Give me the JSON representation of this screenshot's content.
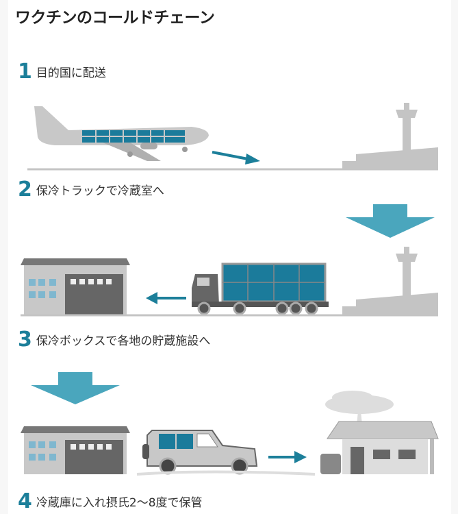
{
  "title": "ワクチンのコールドチェーン",
  "steps": [
    {
      "number": "1",
      "label": "目的国に配送"
    },
    {
      "number": "2",
      "label": "保冷トラックで冷蔵室へ"
    },
    {
      "number": "3",
      "label": "保冷ボックスで各地の貯蔵施設へ"
    },
    {
      "number": "4",
      "label": "冷蔵庫に入れ摂氏2〜8度で保管"
    }
  ],
  "colors": {
    "accent": "#1c7f9a",
    "arrow": "#4aa6bd",
    "panel": "#1b7b9b",
    "gray": "#c4c4c4"
  }
}
